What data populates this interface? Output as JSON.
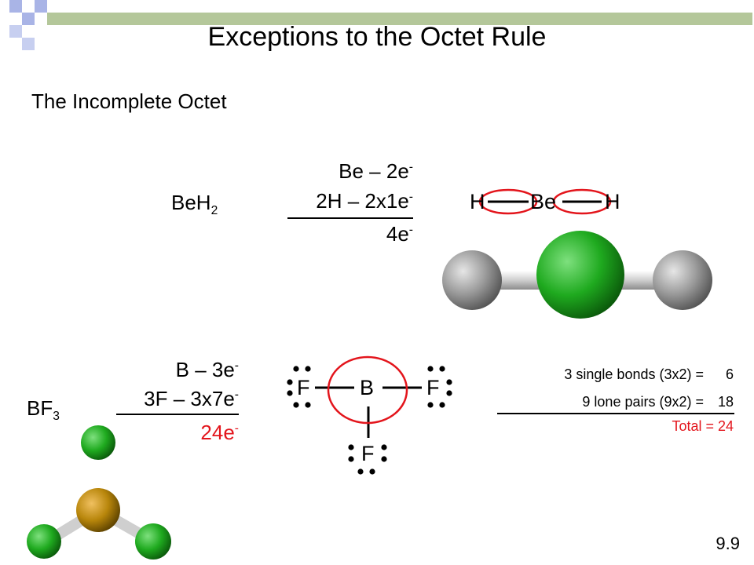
{
  "slide": {
    "title": "Exceptions to the Octet Rule",
    "subtitle": "The Incomplete Octet",
    "page_number": "9.9"
  },
  "beh2": {
    "formula": "BeH",
    "formula_sub": "2",
    "line1": "Be – 2e",
    "line2": "2H – 2x1e",
    "total": "4e",
    "superscript": "-",
    "lewis": {
      "left_atom": "H",
      "center_atom": "Be",
      "right_atom": "H"
    }
  },
  "bf3": {
    "formula": "BF",
    "formula_sub": "3",
    "line1": "B – 3e",
    "line2": "3F – 3x7e",
    "total": "24e",
    "superscript": "-",
    "lewis": {
      "center_atom": "B",
      "left_atom": "F",
      "right_atom": "F",
      "bottom_atom": "F"
    },
    "count": {
      "bonds_label": "3 single bonds (3x2) =",
      "bonds_value": "6",
      "pairs_label": "9 lone pairs (9x2) =",
      "pairs_value": "18",
      "total": "Total = 24"
    }
  },
  "colors": {
    "highlight_red": "#e3151c",
    "deco_blue": "#a9b4e6",
    "deco_green": "#b4c79a",
    "atom_green": "#1faa1f",
    "atom_gray": "#9a9a9a",
    "atom_boron": "#b8860b"
  }
}
